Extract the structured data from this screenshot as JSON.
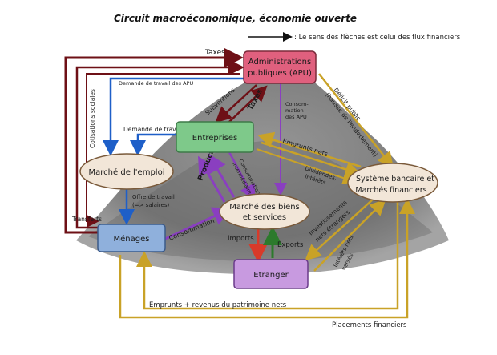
{
  "title": "Circuit macroéconomique, économie ouverte",
  "legend": ": Le sens des flèches est celui des flux financiers",
  "nodes": {
    "apu": [
      "Administrations",
      "publiques (APU)"
    ],
    "entreprises": "Entreprises",
    "marche_emploi": "Marché de l'emploi",
    "menages": "Ménages",
    "marche_biens": [
      "Marché des biens",
      "et services"
    ],
    "systeme_bancaire": [
      "Système bancaire et",
      "Marchés financiers"
    ],
    "etranger": "Etranger"
  },
  "flows": {
    "taxes_top": "Taxes",
    "demande_travail_apu": "Demande de travail des APU",
    "cotisations": "Cotisations sociales",
    "subventions": "Subventions",
    "taxes_mid": "Taxes",
    "consommation_apu": [
      "Consom-",
      "mation",
      "des APU"
    ],
    "deficit": [
      "Déficit public",
      "(hausse de l'endettement)"
    ],
    "demande_travail": "Demande de travail",
    "emprunts_nets": "Emprunts nets",
    "production": "Production",
    "consommation_intermediaire": [
      "Consommation",
      "intermédiaire"
    ],
    "dividendes": [
      "Dividendes,",
      "intérêts"
    ],
    "offre_travail": [
      "Offre de travail",
      "(=> salaires)"
    ],
    "transferts": "Transferts",
    "consommation_menages": "Consommation",
    "investissements": [
      "Investissements",
      "nets étrangers"
    ],
    "imports": "Imports",
    "exports": "Exports",
    "interets_verses": [
      "Intérêts nets",
      "versés"
    ],
    "emprunts_revenus": "Emprunts + revenus du patrimoine nets",
    "placements": "Placements financiers"
  },
  "colors": {
    "dark_red": "#6e1016",
    "blue": "#1e5fc8",
    "purple": "#8a3fc0",
    "gold": "#c9a227",
    "red": "#d83a2a",
    "green": "#2c7a2c",
    "apu_fill": "#e0607e",
    "entreprises_fill": "#7ec98a",
    "menages_fill": "#8fb0dc",
    "etranger_fill": "#c89ae0",
    "oval_fill": "#f2e6d8"
  }
}
